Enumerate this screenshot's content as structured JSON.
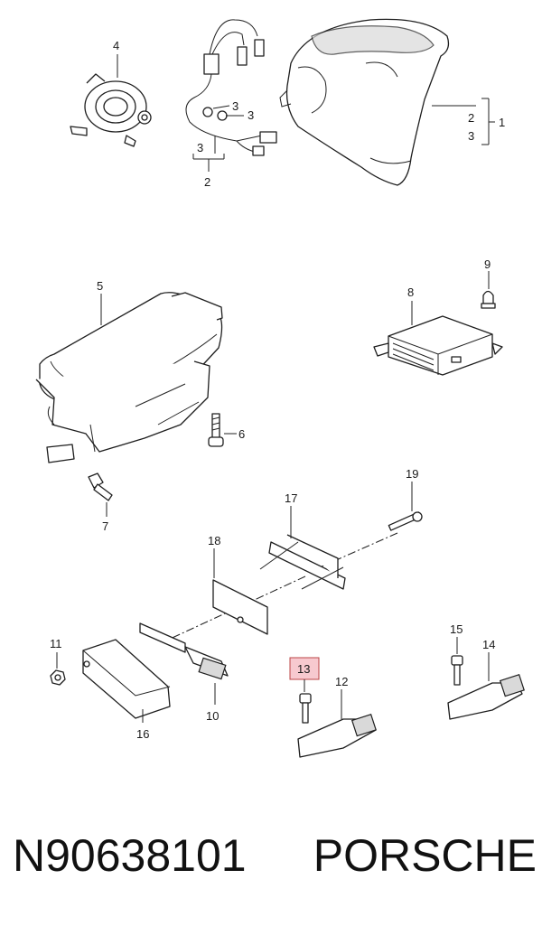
{
  "callouts": {
    "c1": "1",
    "c2_right": "2",
    "c3_right": "3",
    "c4": "4",
    "c3_a": "3",
    "c3_b": "3",
    "c3_left": "3",
    "c2_bottom": "2",
    "c5": "5",
    "c6": "6",
    "c7": "7",
    "c8": "8",
    "c9": "9",
    "c10": "10",
    "c11": "11",
    "c12": "12",
    "c13": "13",
    "c14": "14",
    "c15": "15",
    "c16": "16",
    "c17": "17",
    "c18": "18",
    "c19": "19"
  },
  "highlight_color": "#f7c9cf",
  "footer": {
    "part_number": "N90638101",
    "brand": "PORSCHE"
  }
}
